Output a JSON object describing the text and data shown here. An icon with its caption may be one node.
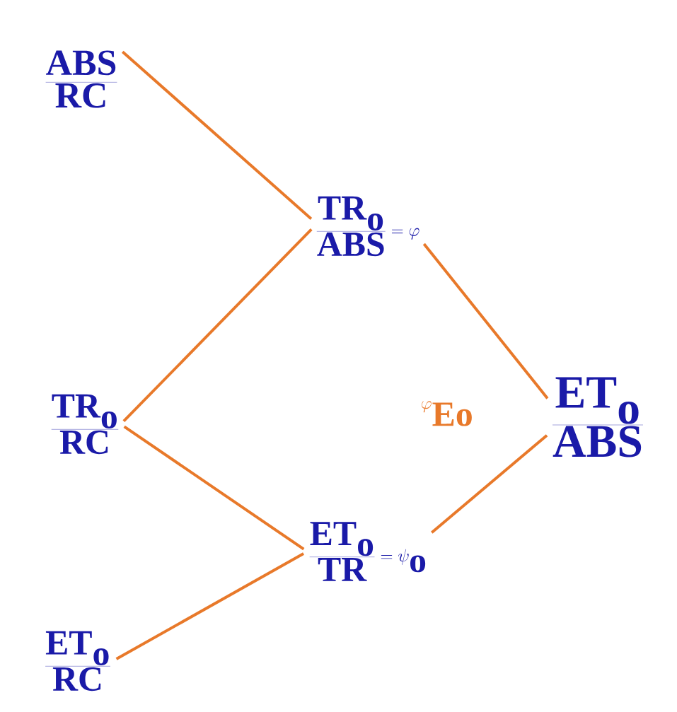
{
  "diagram": {
    "nodes": [
      {
        "text": [
          "\\frac{\\textbf{ABS}}{\\textbf{RC}}"
        ]
      },
      {
        "text": [
          "\\frac{\\textbf{TR}_{\\textbf{o}}}{\\textbf{ABS}} = \\varphi"
        ]
      },
      {
        "text": [
          "\\frac{\\textbf{TR}_{\\textbf{o}}}{\\textbf{RC}}"
        ]
      },
      {
        "text": [
          "\\frac{\\textbf{ET}_{\\textbf{o}}}{\\textbf{TR}} = \\psi_{\\textbf{o}}"
        ]
      },
      {
        "text": [
          "\\frac{\\textbf{ET}_{\\textbf{o}}}{\\textbf{RC}}"
        ]
      },
      {
        "text": [
          "\\frac{\\textbf{ET}_{\\textbf{o}}}{\\textbf{ABS}}"
        ]
      }
    ],
    "edges": [
      {
        "from": 0,
        "to": 1,
        "arrow": "none"
      },
      {
        "from": 2,
        "to": 1,
        "arrow": "none"
      },
      {
        "from": 2,
        "to": 3,
        "arrow": "none"
      },
      {
        "from": 4,
        "to": 3,
        "arrow": "none"
      },
      {
        "from": 1,
        "to": 5,
        "arrow": "none"
      },
      {
        "from": 3,
        "to": 5,
        "arrow": "none"
      }
    ],
    "labels": [
      "\\varphi_{\\textbf{Eo}}"
    ]
  }
}
